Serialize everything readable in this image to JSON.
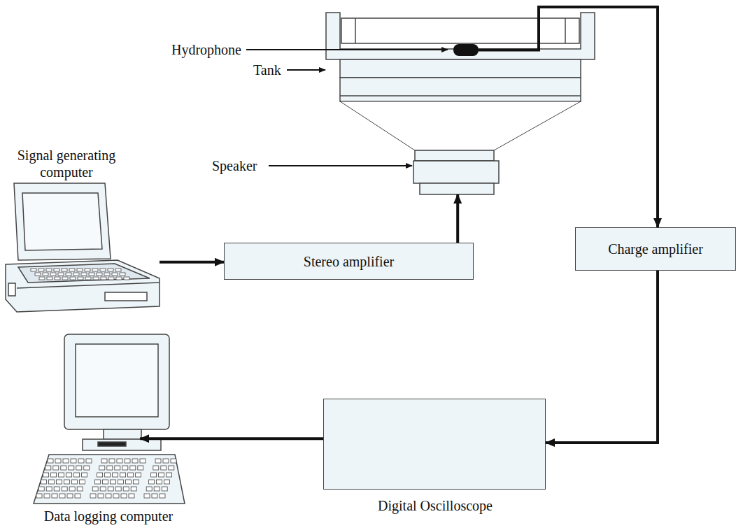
{
  "diagram": {
    "nodes": [
      {
        "text": [
          "Hydrophone"
        ]
      },
      {
        "text": [
          "Speaker"
        ]
      },
      {
        "text": [
          "Signal generating computer"
        ]
      },
      {
        "text": [
          "Stereo amplifier"
        ]
      },
      {
        "text": [
          "Charge amplifier"
        ]
      },
      {
        "text": [
          "Digital Oscilloscope"
        ]
      },
      {
        "text": [
          "Data logging computer"
        ]
      }
    ],
    "edges": [
      {
        "from": 2,
        "to": 3,
        "arrow": "to"
      },
      {
        "from": 3,
        "to": 1,
        "arrow": "to"
      },
      {
        "from": 0,
        "to": 4,
        "arrow": "to"
      },
      {
        "from": 4,
        "to": 5,
        "arrow": "to"
      },
      {
        "from": 5,
        "to": 6,
        "arrow": "to"
      }
    ],
    "labels": [
      "Tank"
    ]
  }
}
